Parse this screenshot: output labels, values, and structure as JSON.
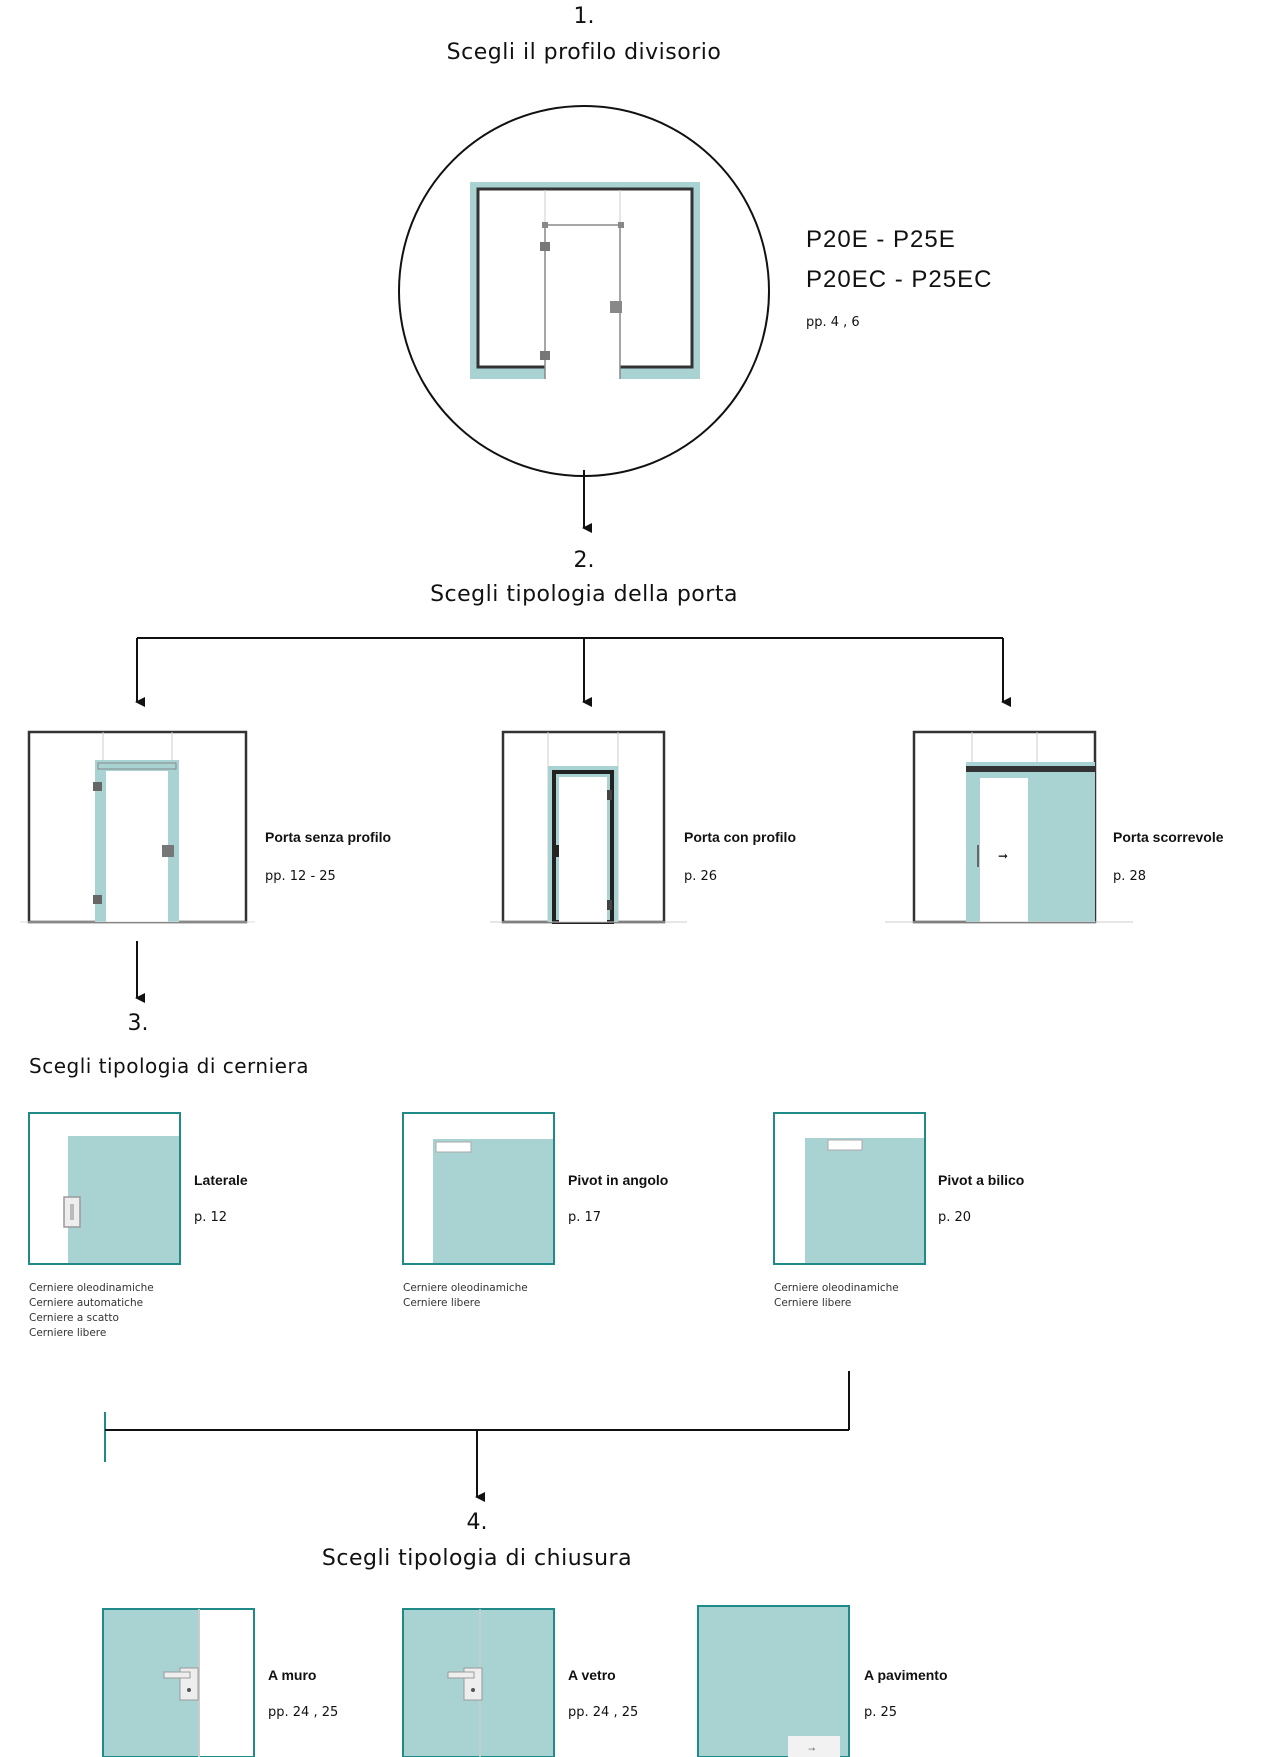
{
  "step1": {
    "number": "1.",
    "title": "Scegli il profilo divisorio"
  },
  "profile": {
    "codes_line1": "P20E - P25E",
    "codes_line2": "P20EC - P25EC",
    "pages": "pp. 4 , 6"
  },
  "step2": {
    "number": "2.",
    "title": "Scegli tipologia della porta"
  },
  "doors": [
    {
      "label": "Porta senza profilo",
      "pages": "pp. 12 - 25"
    },
    {
      "label": "Porta con profilo",
      "pages": "p. 26"
    },
    {
      "label": "Porta scorrevole",
      "pages": "p. 28"
    }
  ],
  "step3": {
    "number": "3.",
    "title": "Scegli tipologia di cerniera"
  },
  "hinges": [
    {
      "label": "Laterale",
      "pages": "p. 12",
      "notes": [
        "Cerniere oleodinamiche",
        "Cerniere automatiche",
        "Cerniere a scatto",
        "Cerniere libere"
      ]
    },
    {
      "label": "Pivot  in angolo",
      "pages": "p. 17",
      "notes": [
        "Cerniere oleodinamiche",
        "Cerniere libere"
      ]
    },
    {
      "label": "Pivot a bilico",
      "pages": "p. 20",
      "notes": [
        "Cerniere oleodinamiche",
        "Cerniere libere"
      ]
    }
  ],
  "step4": {
    "number": "4.",
    "title": "Scegli tipologia di chiusura"
  },
  "closures": [
    {
      "label": "A muro",
      "pages": "pp. 24 , 25"
    },
    {
      "label": "A vetro",
      "pages": "pp. 24 , 25"
    },
    {
      "label": "A pavimento",
      "pages": "p. 25"
    }
  ],
  "colors": {
    "glass": "#a9d2d3",
    "teal_border": "#1f8a87",
    "frame": "#333333"
  },
  "icons": [
    "arrow-down-icon",
    "door-handle-icon",
    "hinge-icon",
    "lock-icon",
    "sliding-arrow-icon"
  ]
}
